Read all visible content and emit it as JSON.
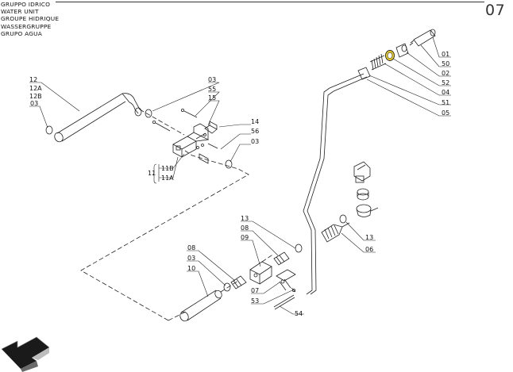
{
  "header": {
    "title_lines": [
      "GRUPPO IDRICO",
      "WATER UNIT",
      "GROUPE HIDRIQUE",
      "WASSERGRUPPE",
      "GRUPO AGUA"
    ],
    "page_number": "07"
  },
  "callouts": [
    {
      "key": "c12",
      "text": "12"
    },
    {
      "key": "c12a",
      "text": "12A"
    },
    {
      "key": "c12b",
      "text": "12B"
    },
    {
      "key": "c03a",
      "text": "03"
    },
    {
      "key": "c03b",
      "text": "03"
    },
    {
      "key": "c55",
      "text": "55"
    },
    {
      "key": "c15",
      "text": "15"
    },
    {
      "key": "c14",
      "text": "14"
    },
    {
      "key": "c56",
      "text": "56"
    },
    {
      "key": "c03c",
      "text": "03"
    },
    {
      "key": "c11b",
      "text": "11B"
    },
    {
      "key": "c11a",
      "text": "11A"
    },
    {
      "key": "c11",
      "text": "11"
    },
    {
      "key": "c01",
      "text": "01"
    },
    {
      "key": "c50",
      "text": "50"
    },
    {
      "key": "c02",
      "text": "02"
    },
    {
      "key": "c52",
      "text": "52"
    },
    {
      "key": "c04",
      "text": "04"
    },
    {
      "key": "c51",
      "text": "51"
    },
    {
      "key": "c05",
      "text": "05"
    },
    {
      "key": "c13a",
      "text": "13"
    },
    {
      "key": "c08a",
      "text": "08"
    },
    {
      "key": "c09",
      "text": "09"
    },
    {
      "key": "c13b",
      "text": "13"
    },
    {
      "key": "c06",
      "text": "06"
    },
    {
      "key": "c08b",
      "text": "08"
    },
    {
      "key": "c03d",
      "text": "03"
    },
    {
      "key": "c10",
      "text": "10"
    },
    {
      "key": "c07",
      "text": "07"
    },
    {
      "key": "c53",
      "text": "53"
    },
    {
      "key": "c54",
      "text": "54"
    }
  ],
  "colors": {
    "line": "#222222",
    "highlight": "#f2d21b",
    "arrow_dark": "#1a1a1a",
    "arrow_mid": "#6a6a6a",
    "arrow_light": "#bdbdbd"
  }
}
